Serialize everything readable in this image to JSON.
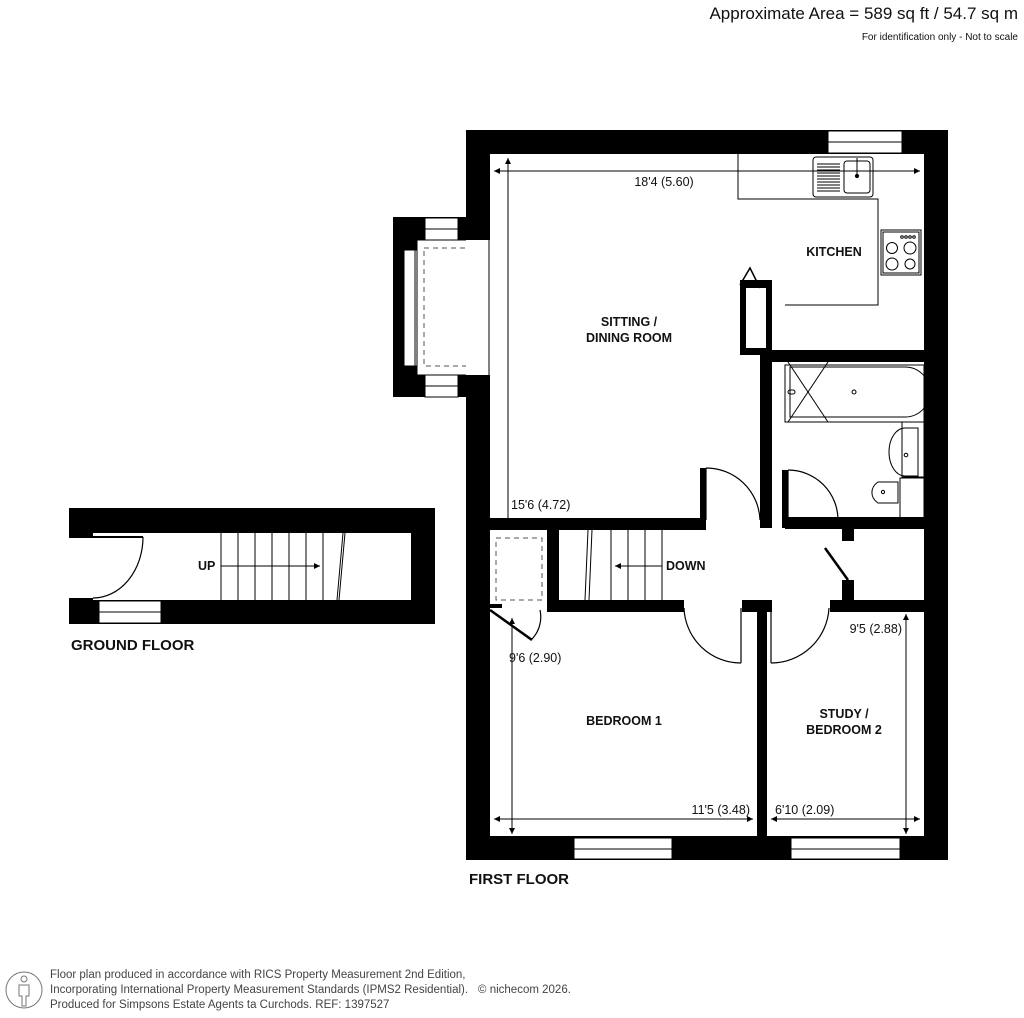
{
  "header": {
    "area": "Approximate Area = 589 sq ft / 54.7 sq m",
    "disclaimer": "For identification only - Not to scale"
  },
  "floors": {
    "ground": {
      "label": "GROUND FLOOR",
      "stairs_label": "UP"
    },
    "first": {
      "label": "FIRST FLOOR",
      "stairs_label": "DOWN"
    }
  },
  "rooms": {
    "sitting": {
      "line1": "SITTING /",
      "line2": "DINING ROOM",
      "width_dim": "18'4 (5.60)",
      "length_dim": "15'6 (4.72)"
    },
    "kitchen": {
      "label": "KITCHEN"
    },
    "bedroom1": {
      "label": "BEDROOM 1",
      "width_dim": "11'5 (3.48)",
      "length_dim": "9'6 (2.90)"
    },
    "study": {
      "line1": "STUDY /",
      "line2": "BEDROOM 2",
      "width_dim": "6'10 (2.09)",
      "length_dim": "9'5 (2.88)"
    }
  },
  "footer": {
    "line1": "Floor plan produced in accordance with RICS Property Measurement 2nd Edition,",
    "line2": "Incorporating International Property Measurement Standards (IPMS2 Residential).",
    "copyright": "© nichecom 2026.",
    "line3": "Produced for Simpsons Estate Agents ta Curchods.   REF: 1397527"
  },
  "colors": {
    "wall": "#000000",
    "background": "#ffffff",
    "text": "#111111"
  }
}
